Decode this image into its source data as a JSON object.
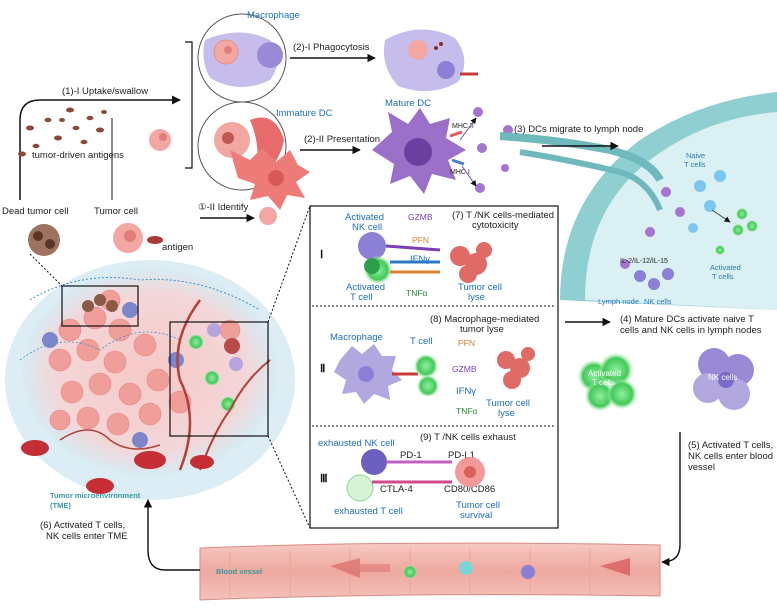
{
  "labels": {
    "macrophage": "Macrophage",
    "immature_dc": "Immature DC",
    "mature_dc": "Mature DC",
    "uptake": "(1)-I Uptake/swallow",
    "phagocytosis": "(2)-I Phagocytosis",
    "presentation": "(2)-II Presentation",
    "migrate": "(3) DCs migrate to lymph node",
    "tumor_antigens": "tumor-driven antigens",
    "dead_tumor_cell": "Dead tumor cell",
    "tumor_cell": "Tumor cell",
    "identify": "①-II Identify",
    "antigen": "antigen",
    "mhc2": "MHC II",
    "mhc1": "MHC I",
    "naive_t": [
      "Naive",
      "T cells"
    ],
    "activated_t_lymph": [
      "Activated",
      "T cells"
    ],
    "il": "IL-2/IL-12/IL-15",
    "lymph_node": "Lymph node",
    "nk_cells_lymph": "NK cells",
    "step4": [
      "(4) Mature DCs activate naive T",
      "cells and NK cells in  lymph nodes"
    ],
    "activated_t_big": [
      "Activated",
      "T cells"
    ],
    "nk_big": "NK cells",
    "step5": [
      "(5) Activated T cells,",
      "NK cells enter blood",
      "vessel"
    ],
    "step6": [
      "(6) Activated T cells,",
      "NK cells enter TME"
    ],
    "tme": [
      "Tumor microenvironment",
      "(TME)"
    ],
    "blood_vessel": "Blood vessel"
  },
  "panel": {
    "p1": {
      "roman": "Ⅰ",
      "title": [
        "(7) T /NK cells-mediated",
        "cytotoxicity"
      ],
      "nk": [
        "Activated",
        "NK cell"
      ],
      "t": [
        "Activated",
        "T cell"
      ],
      "gzmb": "GZMB",
      "pfn": "PFN",
      "ifn": "IFNγ",
      "tnf": "TNFα",
      "lyse": [
        "Tumor cell",
        "lyse"
      ]
    },
    "p2": {
      "roman": "Ⅱ",
      "title": [
        "(8) Macrophage-mediated",
        "tumor lyse"
      ],
      "macrophage": "Macrophage",
      "t": "T  cell",
      "pfn": "PFN",
      "gzmb": "GZMB",
      "ifn": "IFNγ",
      "tnf": "TNFα",
      "lyse": [
        "Tumor cell",
        "lyse"
      ]
    },
    "p3": {
      "roman": "Ⅲ",
      "title": "(9) T /NK cells exhaust",
      "exh_nk": "exhausted NK cell",
      "pd1": "PD-1",
      "pdl1": "PD-L1",
      "ctla4": "CTLA-4",
      "cd80": "CD80/CD86",
      "exh_t": "exhausted T cell",
      "survival": [
        "Tumor cell",
        "survival"
      ]
    }
  },
  "colors": {
    "tumor": "#f2a7a3",
    "tumor_dark": "#d9605b",
    "macrophage": "#b3a7e0",
    "nk": "#8b7fd6",
    "t_cell": "#69d27c",
    "lymph": "#9ed3d6",
    "vessel": "#f0b8b0",
    "blue_label": "#1e6fb8"
  }
}
